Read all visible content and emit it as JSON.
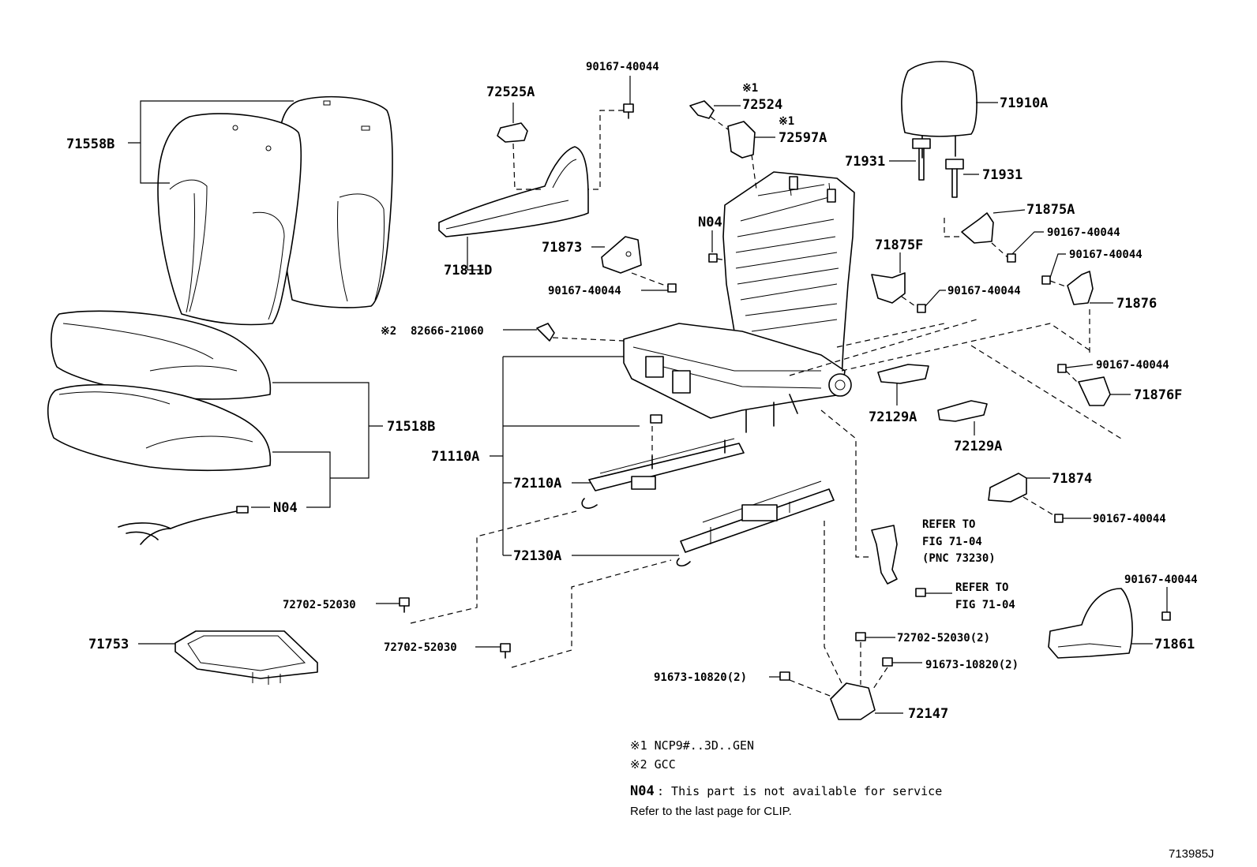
{
  "labels": {
    "p71558B": "71558B",
    "p71518B": "71518B",
    "p71753": "71753",
    "pN04_left": "N04",
    "p72525A": "72525A",
    "p90167_top": "90167-40044",
    "p71811D": "71811D",
    "p71873": "71873",
    "p90167_71873": "90167-40044",
    "p82666_mark": "※2",
    "p82666": "82666-21060",
    "p71110A": "71110A",
    "p72110A": "72110A",
    "p72130A": "72130A",
    "p72702_a": "72702-52030",
    "p72702_b": "72702-52030",
    "p72524_mark": "※1",
    "p72524": "72524",
    "p72597A_mark": "※1",
    "p72597A": "72597A",
    "pN04_frame": "N04",
    "p71910A": "71910A",
    "p71931_a": "71931",
    "p71931_b": "71931",
    "p71875A": "71875A",
    "p90167_r1": "90167-40044",
    "p90167_r2": "90167-40044",
    "p71875F": "71875F",
    "p90167_mid": "90167-40044",
    "p71876": "71876",
    "p90167_r3": "90167-40044",
    "p71876F": "71876F",
    "p72129A_a": "72129A",
    "p72129A_b": "72129A",
    "p71874": "71874",
    "p90167_71874": "90167-40044",
    "refer1_l1": "REFER TO",
    "refer1_l2": "FIG 71-04",
    "refer1_l3": "(PNC 73230)",
    "refer2_l1": "REFER TO",
    "refer2_l2": "FIG 71-04",
    "p90167_71861": "90167-40044",
    "p71861": "71861",
    "p72702_c": "72702-52030(2)",
    "p91673_a": "91673-10820(2)",
    "p91673_b": "91673-10820(2)",
    "p72147": "72147"
  },
  "notes": {
    "n1": "※1 NCP9#..3D..GEN",
    "n2": "※2 GCC",
    "n3_code": "N04",
    "n3_text": ": This part is not available for service",
    "n4": "Refer to the last page for CLIP."
  },
  "figure_id": "713985J"
}
